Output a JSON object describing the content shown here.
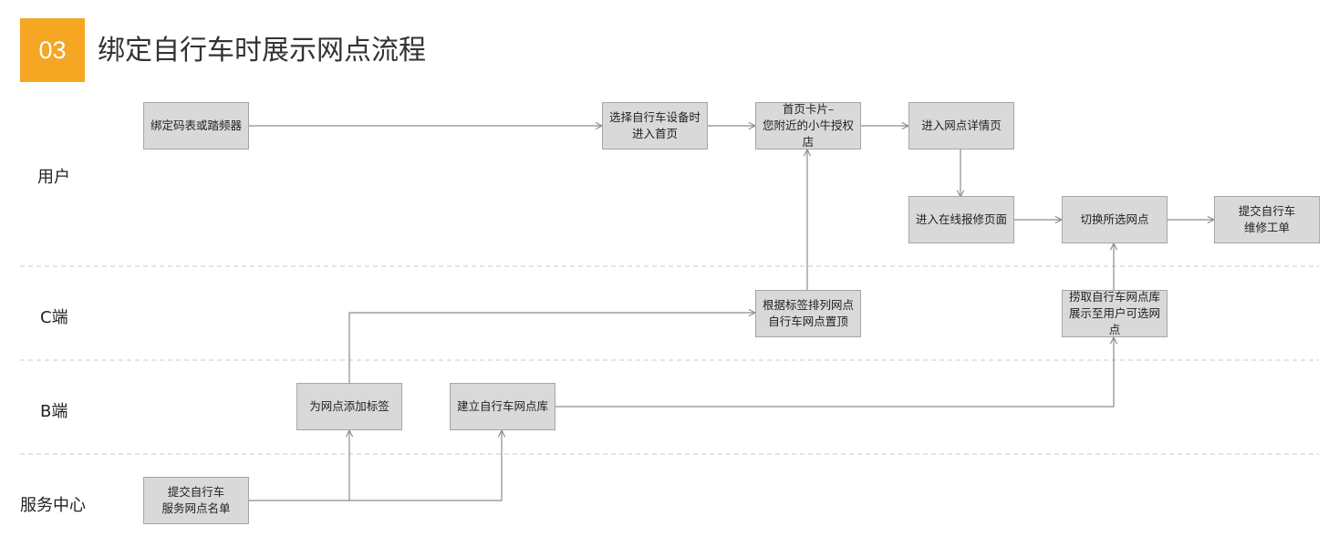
{
  "header": {
    "number": "03",
    "title": "绑定自行车时展示网点流程"
  },
  "lanes": {
    "user": "用户",
    "c_end": "C端",
    "b_end": "B端",
    "service_center": "服务中心"
  },
  "nodes": {
    "bind_meter": "绑定码表或踏频器",
    "select_bike": "选择自行车设备时\n进入首页",
    "home_card": "首页卡片–\n您附近的小牛授权店",
    "outlet_detail": "进入网点详情页",
    "repair_page": "进入在线报修页面",
    "switch_outlet": "切换所选网点",
    "submit_order": "提交自行车\n维修工单",
    "sort_by_tag": "根据标签排列网点\n自行车网点置顶",
    "fetch_outlets": "捞取自行车网点库\n展示至用户可选网点",
    "add_tag": "为网点添加标签",
    "build_library": "建立自行车网点库",
    "submit_list": "提交自行车\n服务网点名单"
  }
}
